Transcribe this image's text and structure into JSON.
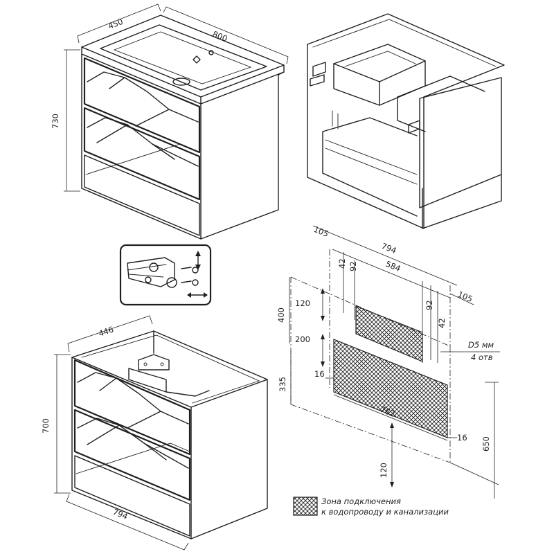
{
  "front_view": {
    "depth_label": "450",
    "width_label": "800",
    "height_label": "730"
  },
  "frame_view": {
    "depth_label": "446",
    "width_label": "794",
    "height_label": "700"
  },
  "connection_scheme": {
    "left_offset": "105",
    "total_width": "794",
    "inner_pitch": "42",
    "outer_pitch": "92",
    "mount_spacing": "584",
    "right_offset": "105",
    "right_pitch_outer": "92",
    "right_pitch_inner": "42",
    "top_band": "120",
    "upper_height": "400",
    "zone_height": "200",
    "hole_diameter": "D5 мм",
    "hole_count": "4 отв",
    "side_gap_left": "16",
    "lower_height": "335",
    "zone_width": "762",
    "side_gap_right": "16",
    "floor_offset": "120",
    "total_height": "650"
  },
  "legend": {
    "line1": "Зона подключения",
    "line2": "к водопроводу и канализации"
  },
  "colors": {
    "ink": "#1f1f1f",
    "paper": "#ffffff"
  }
}
